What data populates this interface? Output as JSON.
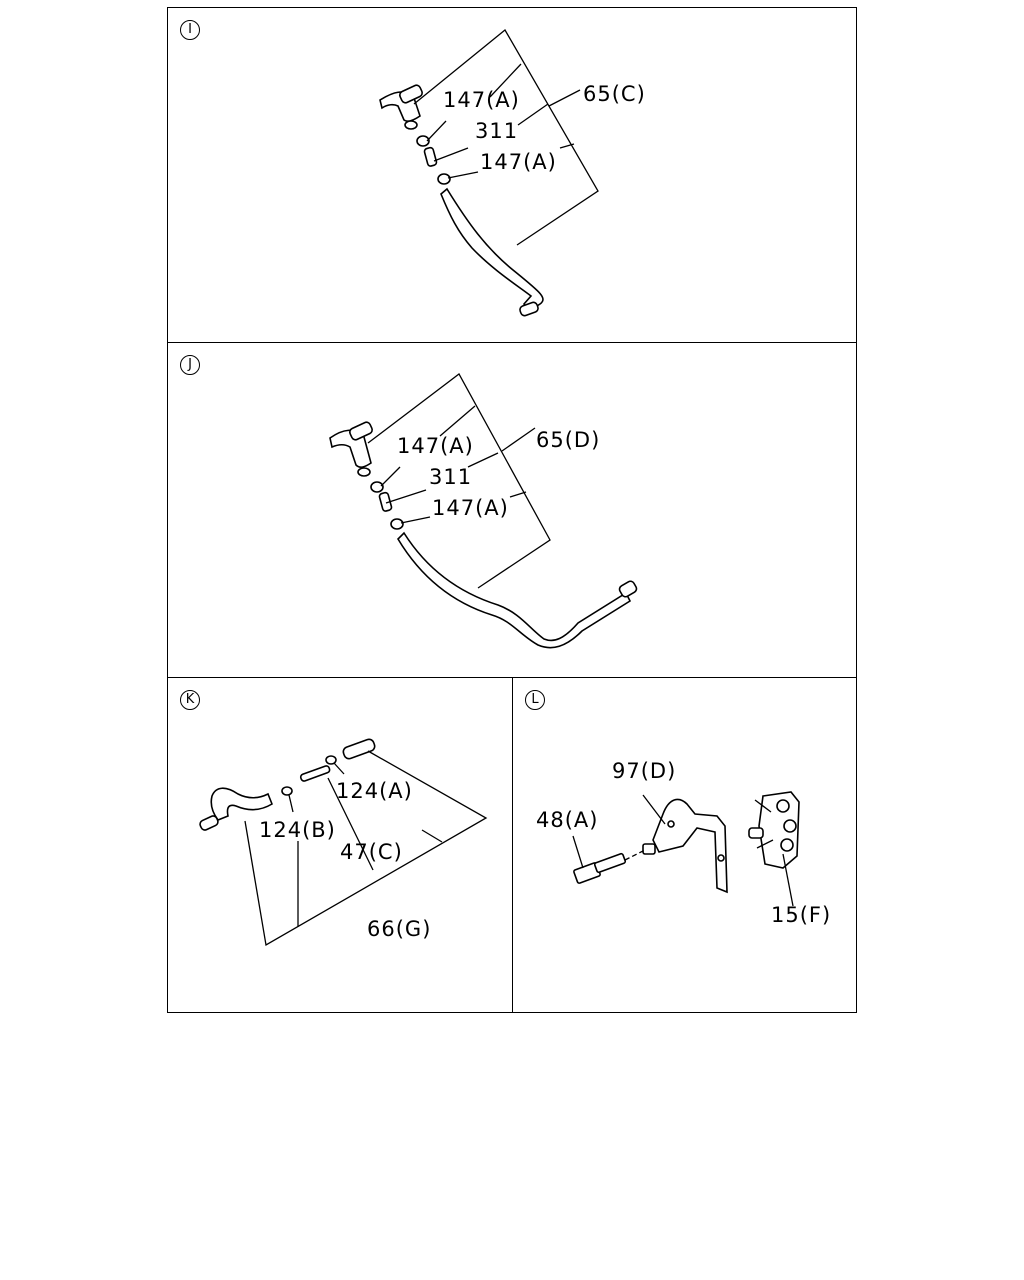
{
  "panels": [
    {
      "id": "I",
      "badge": "I",
      "labels": {
        "clamp_top": "147(A)",
        "joint": "311",
        "clamp_bottom": "147(A)",
        "hose": "65(C)"
      }
    },
    {
      "id": "J",
      "badge": "J",
      "labels": {
        "clamp_top": "147(A)",
        "joint": "311",
        "clamp_bottom": "147(A)",
        "hose": "65(D)"
      }
    },
    {
      "id": "K",
      "badge": "K",
      "labels": {
        "clamp_a": "124(A)",
        "clamp_b": "124(B)",
        "pipe": "47(C)",
        "hose": "66(G)"
      }
    },
    {
      "id": "L",
      "badge": "L",
      "labels": {
        "bracket": "97(D)",
        "bolt": "48(A)",
        "clip": "15(F)"
      }
    }
  ]
}
